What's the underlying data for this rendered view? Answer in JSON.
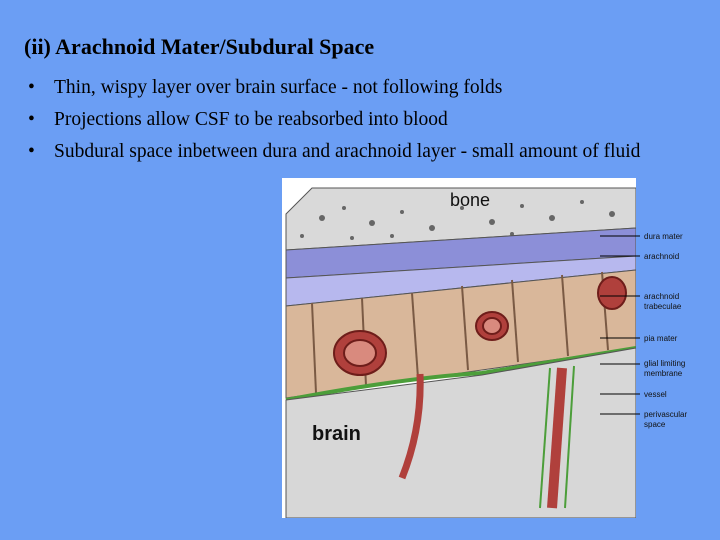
{
  "slide": {
    "title": "(ii) Arachnoid Mater/Subdural Space",
    "bullets": [
      "Thin, wispy layer over brain surface - not following folds",
      "Projections allow CSF to be reabsorbed into blood",
      "Subdural space inbetween dura and arachnoid layer - small amount of fluid"
    ]
  },
  "figure": {
    "labels": {
      "bone": "bone",
      "brain": "brain",
      "dura_mater": "dura mater",
      "arachnoid": "arachnoid",
      "arachnoid_trabeculae_1": "arachnoid",
      "arachnoid_trabeculae_2": "trabeculae",
      "pia_mater": "pia mater",
      "glial_1": "glial limiting",
      "glial_2": "membrane",
      "vessel": "vessel",
      "perivascular_1": "perivascular",
      "perivascular_2": "space"
    },
    "colors": {
      "bone": "#d9d9d9",
      "dura": "#8c8fd8",
      "arachnoid": "#b7b8ee",
      "subarachnoid": "#d9b79a",
      "vessel": "#b0403c",
      "pia": "#4c9e3a",
      "brain": "#d7d7d7"
    }
  }
}
